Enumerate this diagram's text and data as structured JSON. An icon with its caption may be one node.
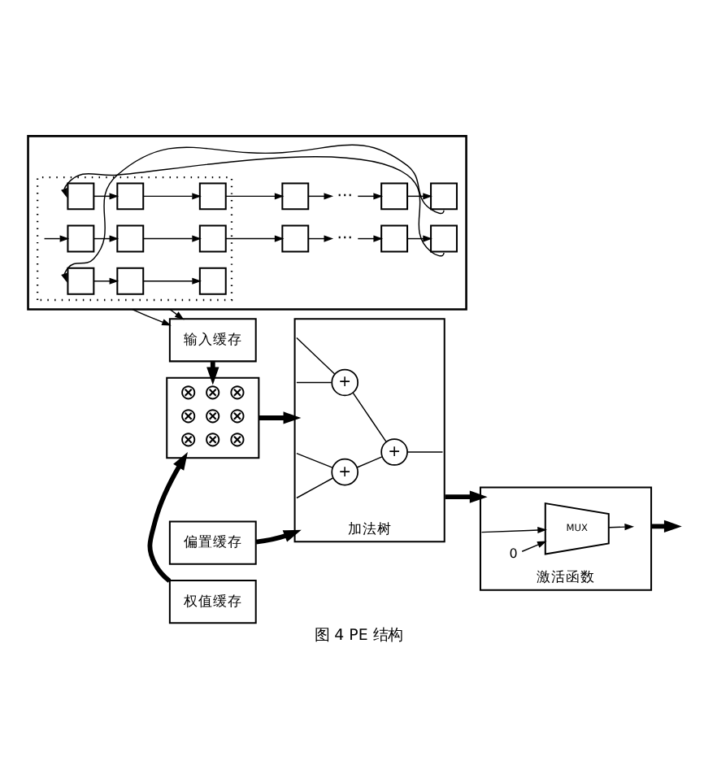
{
  "diagram": {
    "caption": "图 4 PE 结构",
    "nodes": [
      {
        "text": [],
        "shape": "box"
      },
      {
        "text": [],
        "shape": "box",
        "in": 0
      },
      {
        "text": [],
        "shape": "box",
        "in": 1
      },
      {
        "text": [],
        "shape": "box",
        "in": 1
      },
      {
        "text": [],
        "shape": "box",
        "in": 1
      },
      {
        "text": [],
        "shape": "box",
        "in": 0
      },
      {
        "text": [
          "···"
        ],
        "in": 0
      },
      {
        "text": [],
        "shape": "box",
        "in": 0
      },
      {
        "text": [],
        "shape": "box",
        "in": 0
      },
      {
        "text": [],
        "shape": "box",
        "in": 1
      },
      {
        "text": [],
        "shape": "box",
        "in": 1
      },
      {
        "text": [],
        "shape": "box",
        "in": 1
      },
      {
        "text": [],
        "shape": "box",
        "in": 0
      },
      {
        "text": [
          "···"
        ],
        "in": 0
      },
      {
        "text": [],
        "shape": "box",
        "in": 0
      },
      {
        "text": [],
        "shape": "box",
        "in": 0
      },
      {
        "text": [],
        "shape": "box",
        "in": 1
      },
      {
        "text": [],
        "shape": "box",
        "in": 1
      },
      {
        "text": [],
        "shape": "box",
        "in": 1
      },
      {
        "text": [
          "输入缓存"
        ]
      },
      {
        "text": [
          "⊗ ⊗ ⊗ ⊗ ⊗ ⊗ ⊗ ⊗ ⊗"
        ]
      },
      {
        "text": [
          "加法树"
        ]
      },
      {
        "text": [
          "+"
        ],
        "in": 21
      },
      {
        "text": [
          "+"
        ],
        "in": 21
      },
      {
        "text": [
          "+"
        ],
        "in": 21
      },
      {
        "text": [
          "激活函数"
        ]
      },
      {
        "text": [
          "MUX"
        ],
        "in": 25
      },
      {
        "text": [
          "0"
        ],
        "in": 25
      },
      {
        "text": [
          "权值缓存"
        ]
      },
      {
        "text": [
          "偏置缓存"
        ]
      }
    ],
    "edges": [
      {
        "from": 1,
        "to": 2,
        "arrow": "to"
      },
      {
        "from": 2,
        "to": 3,
        "arrow": "to"
      },
      {
        "from": 3,
        "to": 4,
        "arrow": "to"
      },
      {
        "from": 4,
        "to": 5,
        "arrow": "to"
      },
      {
        "from": 5,
        "to": 6,
        "arrow": "to"
      },
      {
        "from": 6,
        "to": 7,
        "arrow": "to"
      },
      {
        "from": 7,
        "to": 8,
        "arrow": "to"
      },
      {
        "from": 8,
        "to": 9,
        "arrow": "to"
      },
      {
        "from": 9,
        "to": 10,
        "arrow": "to"
      },
      {
        "from": 10,
        "to": 11,
        "arrow": "to"
      },
      {
        "from": 11,
        "to": 12,
        "arrow": "to"
      },
      {
        "from": 12,
        "to": 13,
        "arrow": "to"
      },
      {
        "from": 13,
        "to": 14,
        "arrow": "to"
      },
      {
        "from": 14,
        "to": 15,
        "arrow": "to"
      },
      {
        "from": 15,
        "to": 16,
        "arrow": "to"
      },
      {
        "from": 16,
        "to": 17,
        "arrow": "to"
      },
      {
        "from": 17,
        "to": 18,
        "arrow": "to"
      },
      {
        "from": 0,
        "to": 19,
        "arrow": "to"
      },
      {
        "from": 0,
        "to": 19,
        "arrow": "to"
      },
      {
        "from": 19,
        "to": 20,
        "arrow": "to",
        "style": "thick"
      },
      {
        "from": 28,
        "to": 20,
        "arrow": "to",
        "style": "thick"
      },
      {
        "from": 20,
        "to": 21,
        "arrow": "to",
        "style": "thick"
      },
      {
        "from": 29,
        "to": 21,
        "arrow": "to",
        "style": "thick"
      },
      {
        "from": 21,
        "to": 22,
        "arrow": "none"
      },
      {
        "from": 21,
        "to": 22,
        "arrow": "none"
      },
      {
        "from": 21,
        "to": 24,
        "arrow": "none"
      },
      {
        "from": 21,
        "to": 24,
        "arrow": "none"
      },
      {
        "from": 22,
        "to": 23,
        "arrow": "none"
      },
      {
        "from": 24,
        "to": 23,
        "arrow": "none"
      },
      {
        "from": 23,
        "to": 21,
        "arrow": "none"
      },
      {
        "from": 21,
        "to": 25,
        "arrow": "to",
        "style": "thick"
      },
      {
        "from": 25,
        "to": 26,
        "arrow": "to"
      },
      {
        "from": 27,
        "to": 26,
        "arrow": "to"
      },
      {
        "from": 26,
        "to": null,
        "arrow": "to"
      },
      {
        "from": 25,
        "to": null,
        "arrow": "to",
        "style": "thick"
      }
    ]
  }
}
